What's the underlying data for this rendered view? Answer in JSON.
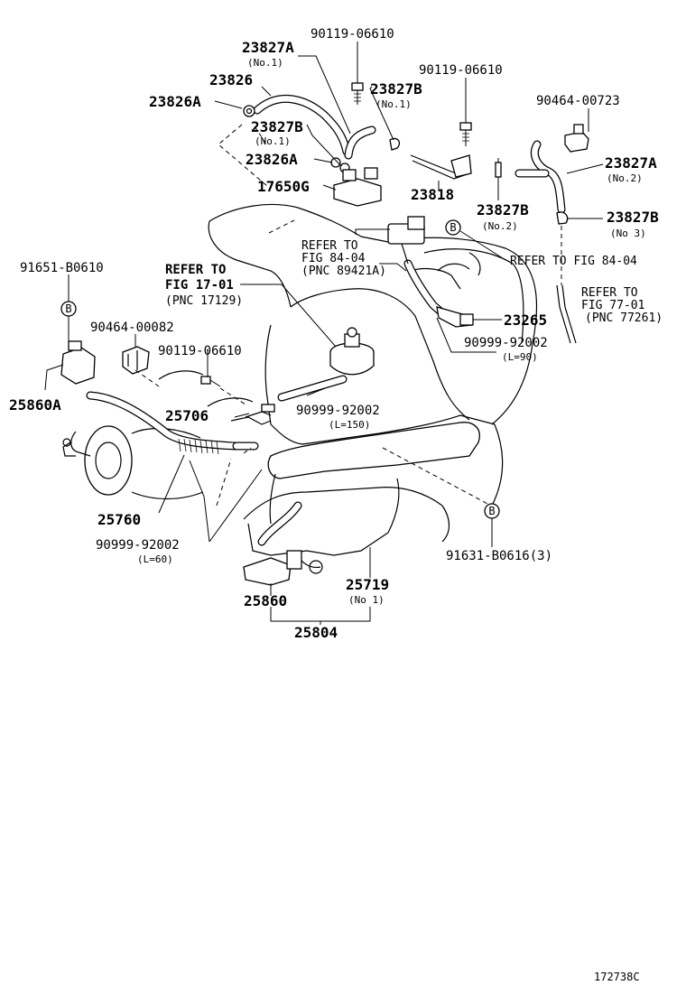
{
  "labels": {
    "p1": "90119-06610",
    "p2": "23827A",
    "p2s": "(No.1)",
    "p3": "23826",
    "p4": "23826A",
    "p5": "90119-06610",
    "p6": "23827B",
    "p6s": "(No.1)",
    "p7": "23827B",
    "p7s": "(No.1)",
    "p8": "90464-00723",
    "p9": "23826A",
    "p10": "17650G",
    "p11": "23827A",
    "p11s": "(No.2)",
    "p12": "23818",
    "p13": "23827B",
    "p13s": "(No.2)",
    "p14": "23827B",
    "p14s": "(No 3)",
    "r1a": "REFER TO",
    "r1b": "FIG 84-04",
    "r1c": "(PNC 89421A)",
    "r2": "REFER TO FIG 84-04",
    "p15": "91651-B0610",
    "r3a": "REFER TO",
    "r3b": "FIG 17-01",
    "r3c": "(PNC 17129)",
    "r4a": "REFER TO",
    "r4b": "FIG 77-01",
    "r4c": "(PNC 77261)",
    "p16": "90464-00082",
    "p17": "23265",
    "p18": "90119-06610",
    "p19": "90999-92002",
    "p19s": "(L=90)",
    "p20": "25860A",
    "p21": "25706",
    "p22": "90999-92002",
    "p22s": "(L=150)",
    "p23": "25760",
    "p24": "90999-92002",
    "p24s": "(L=60)",
    "p25": "91631-B0616(3)",
    "p26": "25719",
    "p26s": "(No 1)",
    "p27": "25860",
    "p28": "25804",
    "marker": "B",
    "diagram_id": "172738C"
  }
}
